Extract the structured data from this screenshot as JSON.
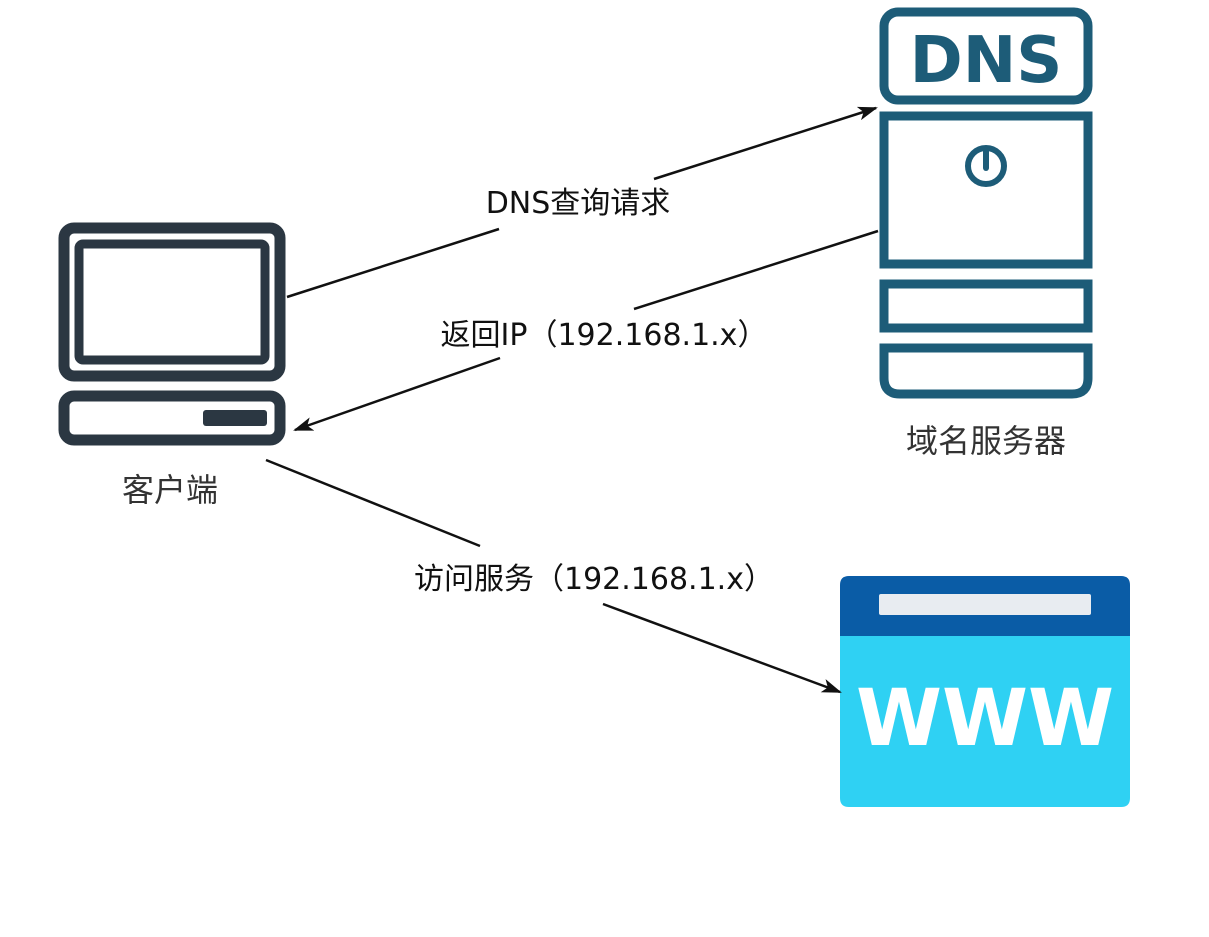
{
  "nodes": {
    "client": {
      "label": "客户端"
    },
    "dns_server": {
      "label": "域名服务器",
      "badge_text": "DNS"
    },
    "web_server": {
      "badge_text": "WWW"
    }
  },
  "edges": {
    "dns_query": {
      "label": "DNS查询请求"
    },
    "return_ip": {
      "label": "返回IP（192.168.1.x）"
    },
    "access_service": {
      "label": "访问服务（192.168.1.x）"
    }
  },
  "colors": {
    "client_stroke": "#2b3742",
    "dns_stroke": "#1d5c78",
    "web_header": "#0a5ca6",
    "web_body": "#2fd1f3",
    "arrow": "#111111"
  }
}
